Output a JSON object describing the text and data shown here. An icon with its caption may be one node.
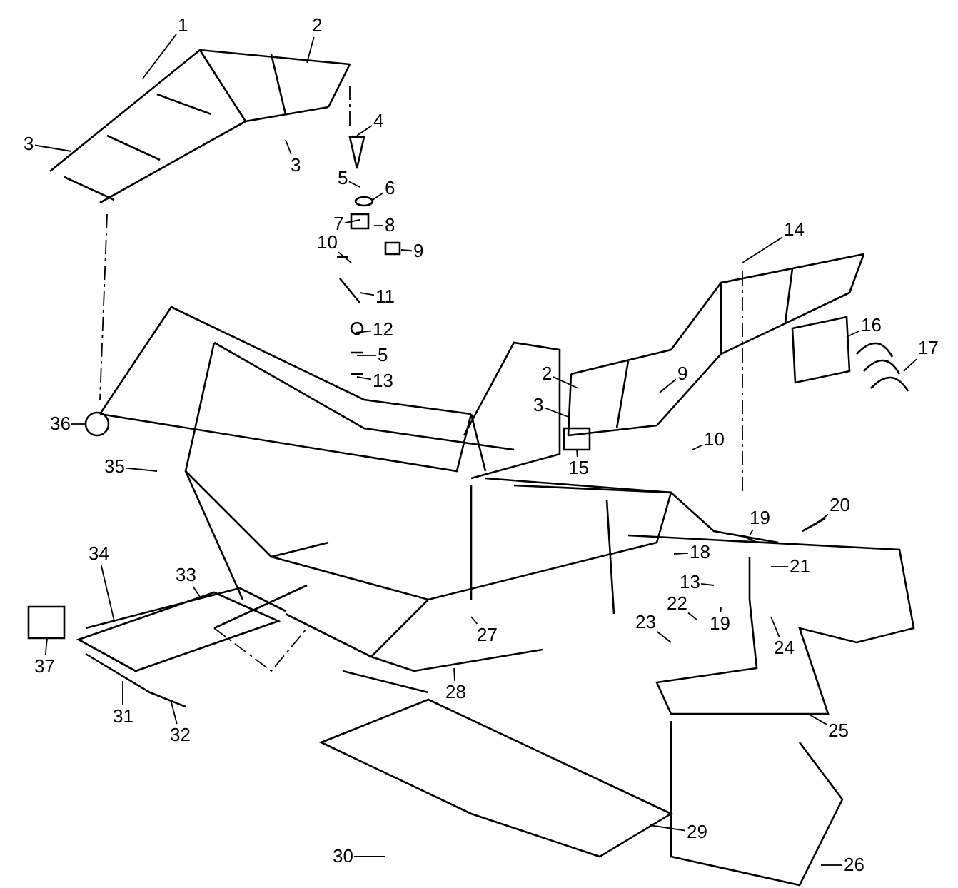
{
  "diagram": {
    "nodes": [
      {
        "text": [
          "1"
        ]
      },
      {
        "text": [
          "2"
        ]
      },
      {
        "text": [
          "3"
        ]
      },
      {
        "text": [
          "3"
        ]
      },
      {
        "text": [
          "4"
        ]
      },
      {
        "text": [
          "5"
        ]
      },
      {
        "text": [
          "6"
        ]
      },
      {
        "text": [
          "7"
        ]
      },
      {
        "text": [
          "8"
        ]
      },
      {
        "text": [
          "9"
        ]
      },
      {
        "text": [
          "10"
        ]
      },
      {
        "text": [
          "11"
        ]
      },
      {
        "text": [
          "12"
        ]
      },
      {
        "text": [
          "5"
        ]
      },
      {
        "text": [
          "13"
        ]
      },
      {
        "text": [
          "14"
        ]
      },
      {
        "text": [
          "2"
        ]
      },
      {
        "text": [
          "9"
        ]
      },
      {
        "text": [
          "3"
        ]
      },
      {
        "text": [
          "15"
        ]
      },
      {
        "text": [
          "16"
        ]
      },
      {
        "text": [
          "17"
        ]
      },
      {
        "text": [
          "10"
        ]
      },
      {
        "text": [
          "36"
        ]
      },
      {
        "text": [
          "35"
        ]
      },
      {
        "text": [
          "19"
        ]
      },
      {
        "text": [
          "20"
        ]
      },
      {
        "text": [
          "21"
        ]
      },
      {
        "text": [
          "18"
        ]
      },
      {
        "text": [
          "13"
        ]
      },
      {
        "text": [
          "22"
        ]
      },
      {
        "text": [
          "23"
        ]
      },
      {
        "text": [
          "19"
        ]
      },
      {
        "text": [
          "24"
        ]
      },
      {
        "text": [
          "25"
        ]
      },
      {
        "text": [
          "33"
        ]
      },
      {
        "text": [
          "34"
        ]
      },
      {
        "text": [
          "27"
        ]
      },
      {
        "text": [
          "28"
        ]
      },
      {
        "text": [
          "31"
        ]
      },
      {
        "text": [
          "32"
        ]
      },
      {
        "text": [
          "29"
        ]
      },
      {
        "text": [
          "30"
        ]
      },
      {
        "text": [
          "26"
        ]
      },
      {
        "text": [
          "37"
        ]
      }
    ],
    "edges": [
      {
        "from": 0,
        "to": null,
        "arrow": "none"
      },
      {
        "from": 1,
        "to": null,
        "arrow": "none"
      },
      {
        "from": 2,
        "to": null,
        "arrow": "none"
      },
      {
        "from": 3,
        "to": null,
        "arrow": "none"
      },
      {
        "from": 4,
        "to": null,
        "arrow": "none"
      },
      {
        "from": 5,
        "to": null,
        "arrow": "none"
      },
      {
        "from": 6,
        "to": null,
        "arrow": "none"
      },
      {
        "from": 7,
        "to": null,
        "arrow": "none"
      },
      {
        "from": 8,
        "to": null,
        "arrow": "none"
      },
      {
        "from": 9,
        "to": null,
        "arrow": "none"
      },
      {
        "from": 10,
        "to": null,
        "arrow": "none"
      },
      {
        "from": 11,
        "to": null,
        "arrow": "none"
      },
      {
        "from": 12,
        "to": null,
        "arrow": "none"
      },
      {
        "from": 13,
        "to": null,
        "arrow": "none"
      },
      {
        "from": 14,
        "to": null,
        "arrow": "none"
      },
      {
        "from": 15,
        "to": null,
        "arrow": "none"
      },
      {
        "from": 16,
        "to": null,
        "arrow": "none"
      },
      {
        "from": 17,
        "to": null,
        "arrow": "none"
      },
      {
        "from": 18,
        "to": null,
        "arrow": "none"
      },
      {
        "from": 19,
        "to": null,
        "arrow": "none"
      },
      {
        "from": 20,
        "to": null,
        "arrow": "none"
      },
      {
        "from": 21,
        "to": null,
        "arrow": "none"
      },
      {
        "from": 22,
        "to": null,
        "arrow": "none"
      },
      {
        "from": 23,
        "to": null,
        "arrow": "none"
      },
      {
        "from": 24,
        "to": null,
        "arrow": "none"
      },
      {
        "from": 25,
        "to": null,
        "arrow": "none"
      },
      {
        "from": 26,
        "to": null,
        "arrow": "none"
      },
      {
        "from": 27,
        "to": null,
        "arrow": "none"
      },
      {
        "from": 28,
        "to": null,
        "arrow": "none"
      },
      {
        "from": 29,
        "to": null,
        "arrow": "none"
      },
      {
        "from": 30,
        "to": null,
        "arrow": "none"
      },
      {
        "from": 31,
        "to": null,
        "arrow": "none"
      },
      {
        "from": 32,
        "to": null,
        "arrow": "none"
      },
      {
        "from": 33,
        "to": null,
        "arrow": "none"
      },
      {
        "from": 34,
        "to": null,
        "arrow": "none"
      },
      {
        "from": 35,
        "to": null,
        "arrow": "none"
      },
      {
        "from": 36,
        "to": null,
        "arrow": "none"
      },
      {
        "from": 37,
        "to": null,
        "arrow": "none"
      },
      {
        "from": 38,
        "to": null,
        "arrow": "none"
      },
      {
        "from": 39,
        "to": null,
        "arrow": "none"
      },
      {
        "from": 40,
        "to": null,
        "arrow": "none"
      },
      {
        "from": 41,
        "to": null,
        "arrow": "none"
      },
      {
        "from": 42,
        "to": null,
        "arrow": "none"
      },
      {
        "from": 43,
        "to": null,
        "arrow": "none"
      },
      {
        "from": 44,
        "to": null,
        "arrow": "none"
      }
    ]
  }
}
